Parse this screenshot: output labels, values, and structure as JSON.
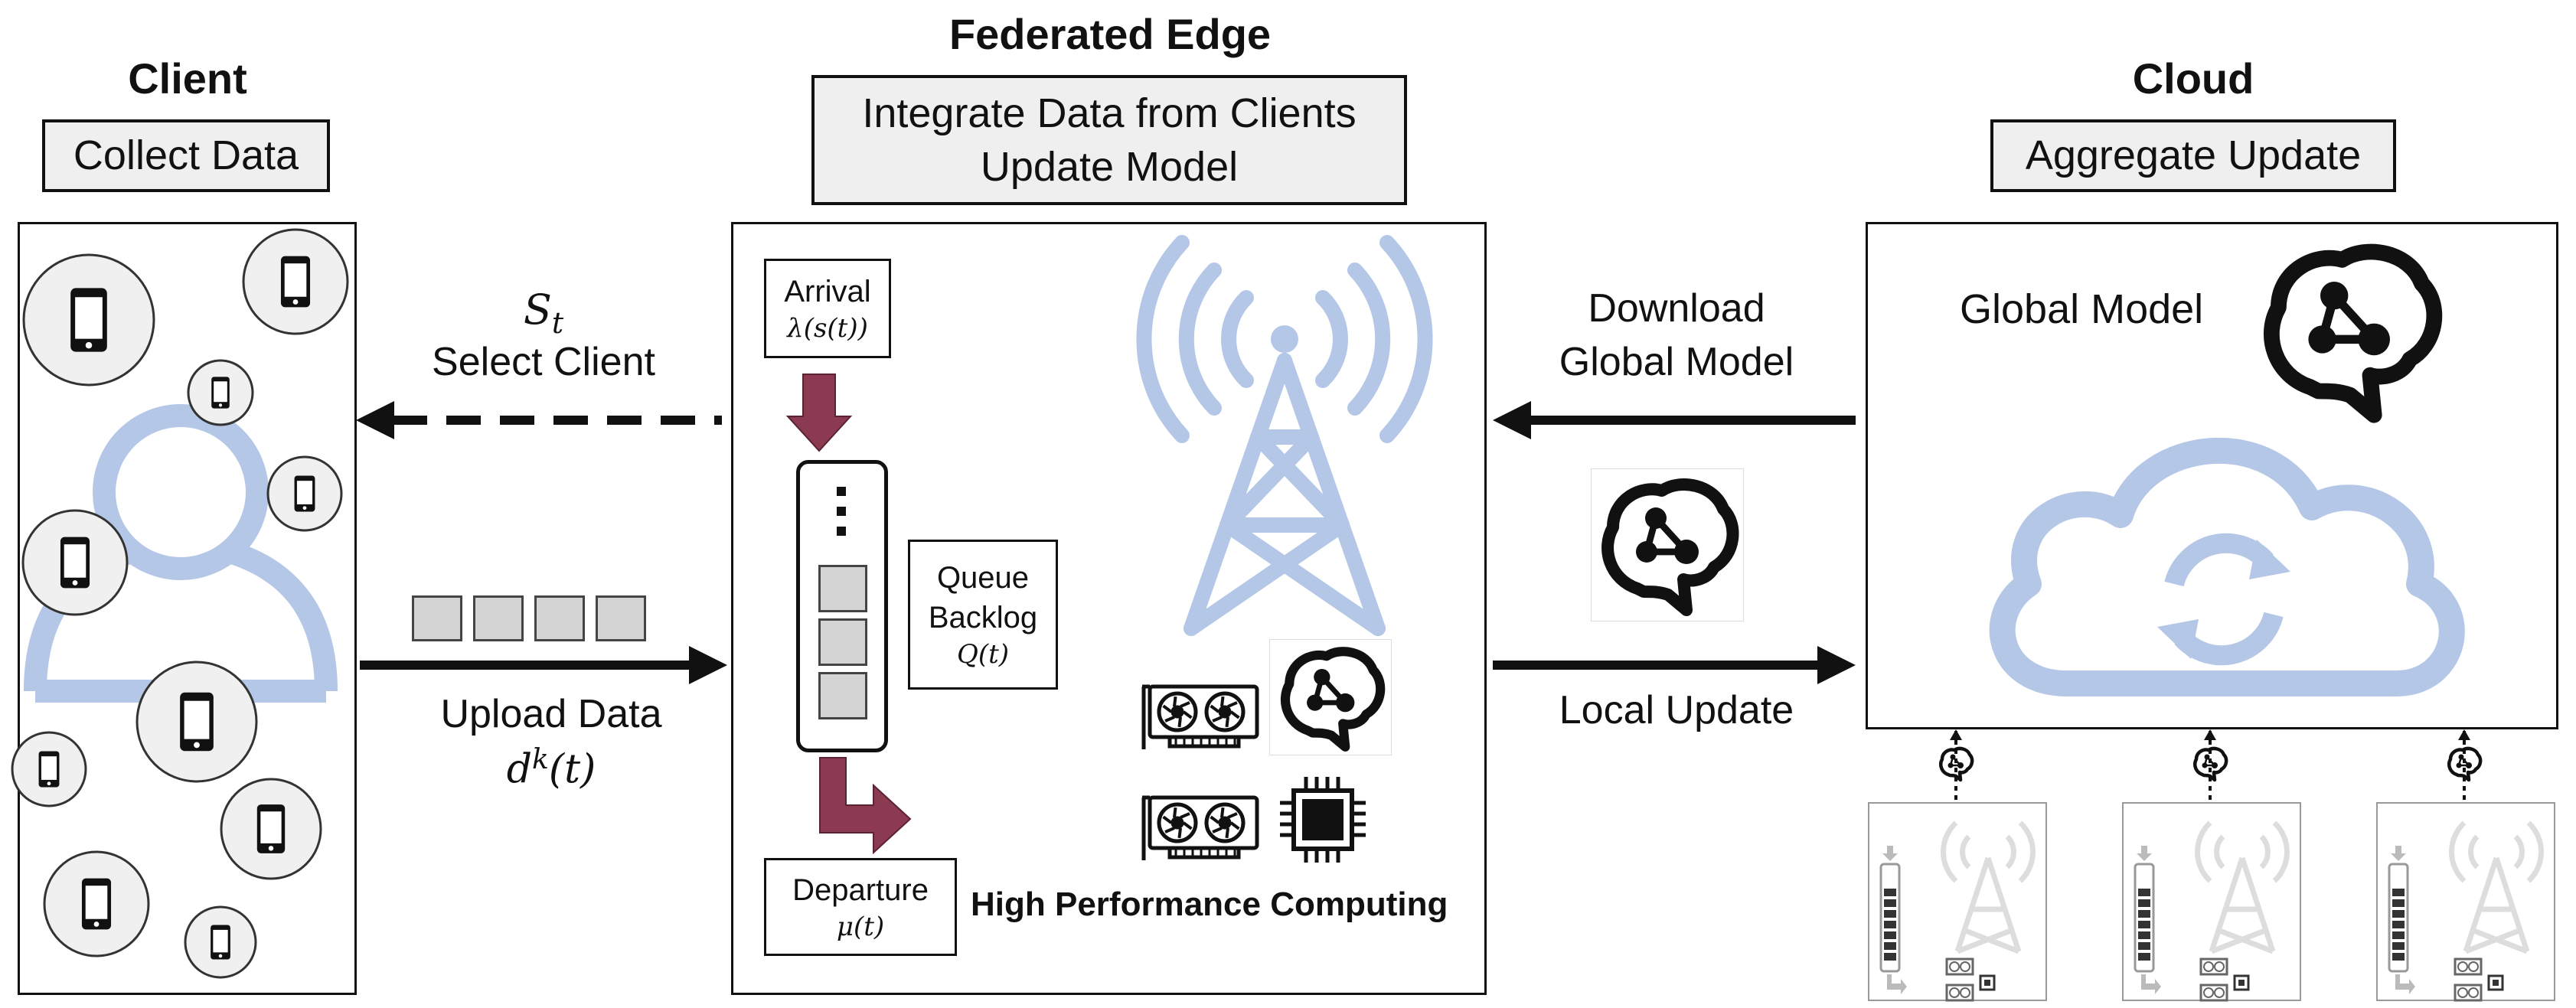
{
  "client": {
    "title": "Client",
    "action": "Collect Data"
  },
  "edge": {
    "title": "Federated Edge",
    "action_line1": "Integrate Data from Clients",
    "action_line2": "Update Model",
    "arrival_label": "Arrival",
    "arrival_math": "λ(s(t))",
    "queue_label_line1": "Queue",
    "queue_label_line2": "Backlog",
    "queue_math": "Q(t)",
    "departure_label": "Departure",
    "departure_math": "μ(t)",
    "hpc_label": "High Performance Computing"
  },
  "cloud": {
    "title": "Cloud",
    "action": "Aggregate Update",
    "global_model_label": "Global Model"
  },
  "links": {
    "select_math": "S",
    "select_math_sub": "t",
    "select_label": "Select Client",
    "upload_label": "Upload Data",
    "upload_math": "d",
    "upload_math_sup": "k",
    "upload_math_tail": "(t)",
    "download_line1": "Download",
    "download_line2": "Global Model",
    "local_update_label": "Local Update"
  },
  "colors": {
    "accent_blue": "#b4c7e7",
    "arrow_red": "#8b3a52",
    "box_fill": "#efefef",
    "packet_fill": "#d4d4d4"
  },
  "icons": [
    "phone-icon",
    "user-silhouette-icon",
    "brain-network-icon",
    "radio-tower-icon",
    "gpu-card-icon",
    "chip-icon",
    "cloud-sync-icon"
  ]
}
